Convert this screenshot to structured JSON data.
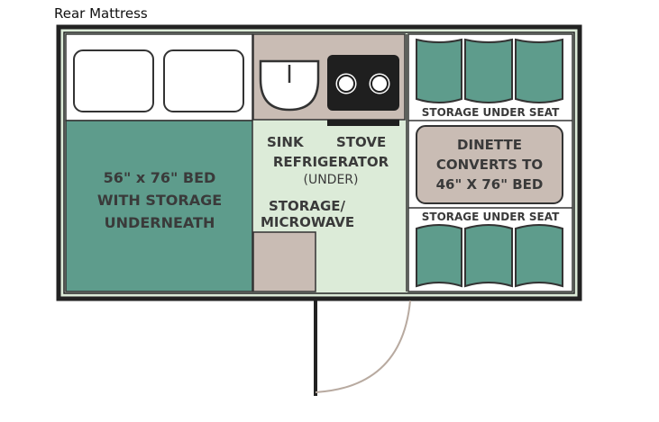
{
  "caption": "Rear Mattress",
  "colors": {
    "wall": "#222222",
    "floor": "#dcebd8",
    "cushion": "#5e9c8c",
    "bed": "#5e9c8c",
    "counter": "#c9bcb4",
    "outline": "#333333"
  },
  "labels": {
    "bed": [
      "56\" x 76\" BED",
      "WITH STORAGE",
      "UNDERNEATH"
    ],
    "sink": "SINK",
    "stove": "STOVE",
    "refrigerator": "REFRIGERATOR",
    "refrigerator_note": "(UNDER)",
    "storage": [
      "STORAGE/",
      "MICROWAVE"
    ],
    "storage_under_seat_top": "STORAGE UNDER SEAT",
    "storage_under_seat_bottom": "STORAGE UNDER SEAT",
    "dinette": [
      "DINETTE",
      "CONVERTS TO",
      "46\" X 76\" BED"
    ]
  }
}
